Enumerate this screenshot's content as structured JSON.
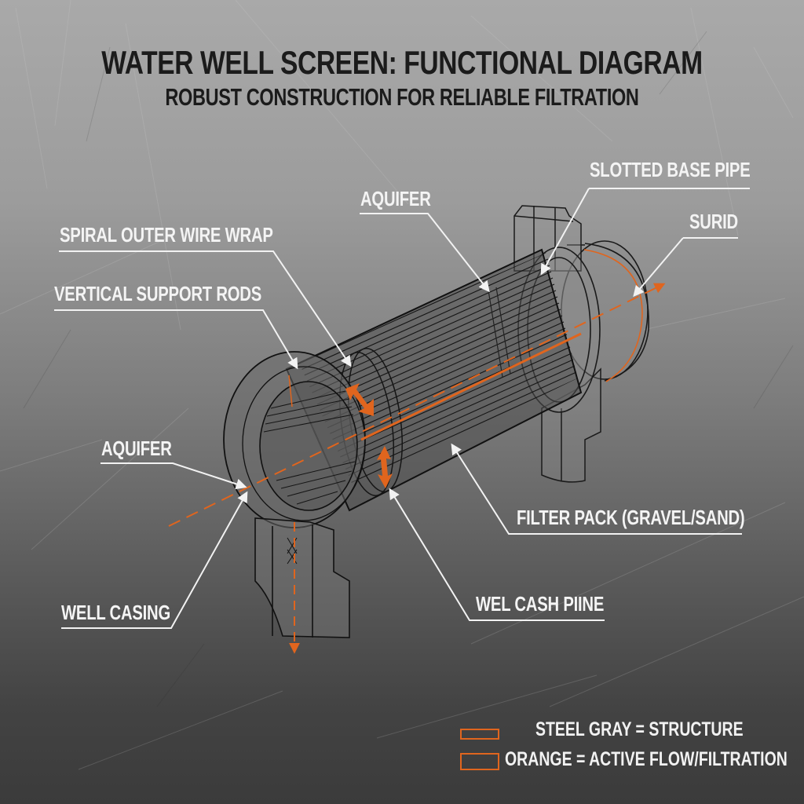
{
  "title": {
    "main": "WATER WELL SCREEN: FUNCTIONAL DIAGRAM",
    "subtitle": "ROBUST CONSTRUCTION FOR RELIABLE FILTRATION"
  },
  "labels": {
    "slotted_base_pipe": "SLOTTED BASE PIPE",
    "aquifer_top": "AQUIFER",
    "surid": "SURID",
    "spiral_outer_wire_wrap": "SPIRAL OUTER WIRE WRAP",
    "vertical_support_rods": "VERTICAL SUPPORT RODS",
    "aquifer_left": "AQUIFER",
    "filter_pack": "FILTER PACK (GRAVEL/SAND)",
    "well_casing": "WELL CASING",
    "wel_cash_piine": "WEL CASH PIINE"
  },
  "legend": {
    "items": [
      {
        "label": "STEEL GRAY = STRUCTURE",
        "swatch_color": "#e0651e"
      },
      {
        "label": "ORANGE = ACTIVE FLOW/FILTRATION",
        "swatch_color": "#e0651e"
      }
    ]
  },
  "colors": {
    "accent_orange": "#e0651e",
    "label_white": "#f4f4f4",
    "title_dark": "#1b1b1b",
    "line_dark": "#1a1a1a"
  }
}
